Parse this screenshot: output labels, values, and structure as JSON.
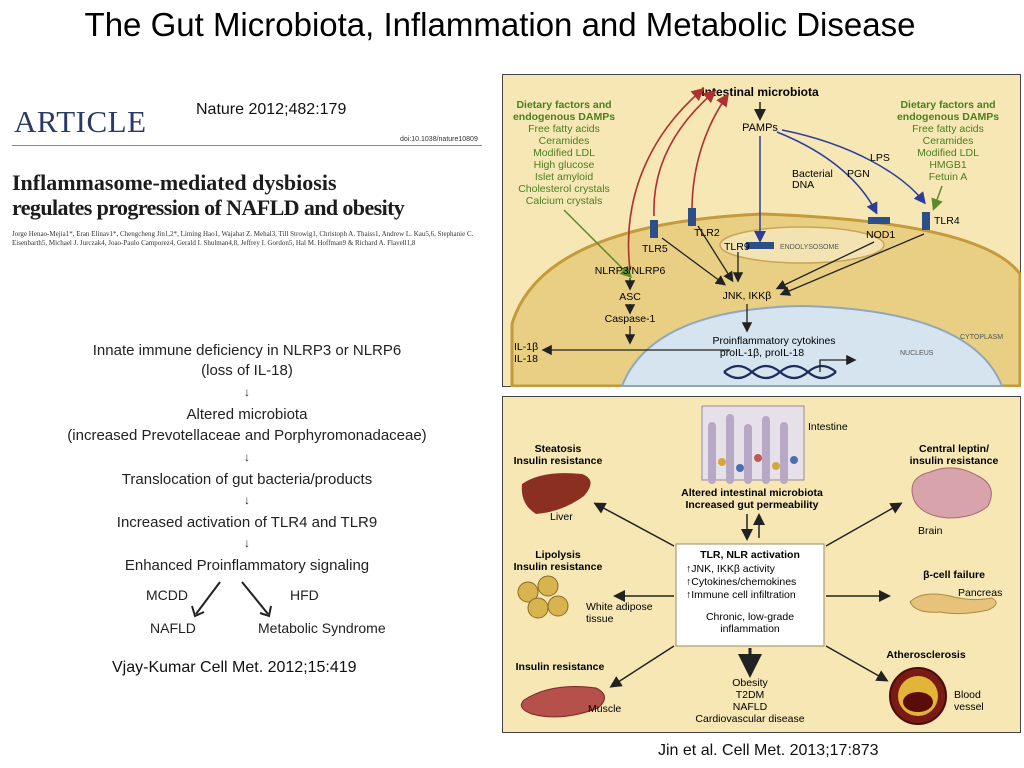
{
  "slide": {
    "title": "The Gut Microbiota, Inflammation and Metabolic Disease"
  },
  "left": {
    "citation_top": "Nature 2012;482:179",
    "article_word": "ARTICLE",
    "doi": "doi:10.1038/nature10809",
    "paper_title_line1": "Inflammasome-mediated dysbiosis",
    "paper_title_line2": "regulates progression of NAFLD and obesity",
    "authors": "Jorge Henao-Mejia1*, Eran Elinav1*, Chengcheng Jin1,2*, Liming Hao1, Wajahat Z. Mehal3, Till Strowig1, Christoph A. Thaiss1, Andrew L. Kau5,6, Stephanie C. Eisenbarth5, Michael J. Jurczak4, Joao-Paulo Camporez4, Gerald I. Shulman4,8, Jeffrey I. Gordon5, Hal M. Hoffman9 & Richard A. Flavell1,8",
    "flow": {
      "step1a": "Innate immune deficiency in NLRP3 or NLRP6",
      "step1b": "(loss of IL-18)",
      "step2a": "Altered microbiota",
      "step2b": "(increased Prevotellaceae and Porphyromonadaceae)",
      "step3": "Translocation of gut bacteria/products",
      "step4": "Increased activation of TLR4 and TLR9",
      "step5": "Enhanced Proinflammatory signaling",
      "branch_left": "MCDD",
      "branch_right": "HFD",
      "outcome_left": "NAFLD",
      "outcome_right": "Metabolic Syndrome",
      "arrow": "↓"
    },
    "citation_bottom": "Vjay-Kumar Cell Met. 2012;15:419"
  },
  "top_panel": {
    "colors": {
      "background": "#f6e7b4",
      "cell": "#e9cf84",
      "nucleus": "#d5e4ef",
      "arrow_red": "#b03030",
      "arrow_blue": "#2b3f9a",
      "arrow_green": "#5d8a2c",
      "receptor": "#2d4f88",
      "text_green": "#4a7f1f"
    },
    "intestinal_microbiota": "Intestinal microbiota",
    "left_damps": {
      "heading1": "Dietary factors and",
      "heading2": "endogenous DAMPs",
      "items": [
        "Free fatty acids",
        "Ceramides",
        "Modified LDL",
        "High glucose",
        "Islet amyloid",
        "Cholesterol crystals",
        "Calcium crystals"
      ]
    },
    "right_damps": {
      "heading1": "Dietary factors and",
      "heading2": "endogenous DAMPs",
      "items": [
        "Free fatty acids",
        "Ceramides",
        "Modified LDL",
        "HMGB1",
        "Fetuin A"
      ]
    },
    "pamps": "PAMPs",
    "bacterial_dna": [
      "Bacterial",
      "DNA"
    ],
    "lps": "LPS",
    "pgn": "PGN",
    "tlr2": "TLR2",
    "tlr5": "TLR5",
    "tlr9": "TLR9",
    "tlr4": "TLR4",
    "endolysosome": "ENDOLYSOSOME",
    "nod1": "NOD1",
    "nlrp": "NLRP3/NLRP6",
    "asc": "ASC",
    "caspase": "Caspase-1",
    "jnk": "JNK, IKKβ",
    "il1b": "IL-1β",
    "il18": "IL-18",
    "proinflam1": "Proinflammatory cytokines",
    "proinflam2": "proIL-1β, proIL-18",
    "cytoplasm": "CYTOPLASM",
    "nucleus": "NUCLEUS"
  },
  "bottom_panel": {
    "colors": {
      "background": "#f6e7b4",
      "center_box": "#ffffff",
      "border": "#9a8a60"
    },
    "intestine": "Intestine",
    "altered1": "Altered intestinal microbiota",
    "altered2": "Increased gut permeability",
    "center_title": "TLR, NLR activation",
    "center_items": [
      "↑JNK, IKKβ activity",
      "↑Cytokines/chemokines",
      "↑Immune cell infiltration"
    ],
    "center_chronic1": "Chronic, low-grade",
    "center_chronic2": "inflammation",
    "steatosis1": "Steatosis",
    "steatosis2": "Insulin resistance",
    "liver": "Liver",
    "central1": "Central leptin/",
    "central2": "insulin resistance",
    "brain": "Brain",
    "lipolysis1": "Lipolysis",
    "lipolysis2": "Insulin resistance",
    "adipose1": "White adipose",
    "adipose2": "tissue",
    "beta": "β-cell failure",
    "pancreas": "Pancreas",
    "insulin_res": "Insulin resistance",
    "muscle": "Muscle",
    "outcomes": [
      "Obesity",
      "T2DM",
      "NAFLD",
      "Cardiovascular disease"
    ],
    "athero": "Atherosclerosis",
    "blood1": "Blood",
    "blood2": "vessel"
  },
  "citation_right": "Jin et al. Cell Met. 2013;17:873"
}
